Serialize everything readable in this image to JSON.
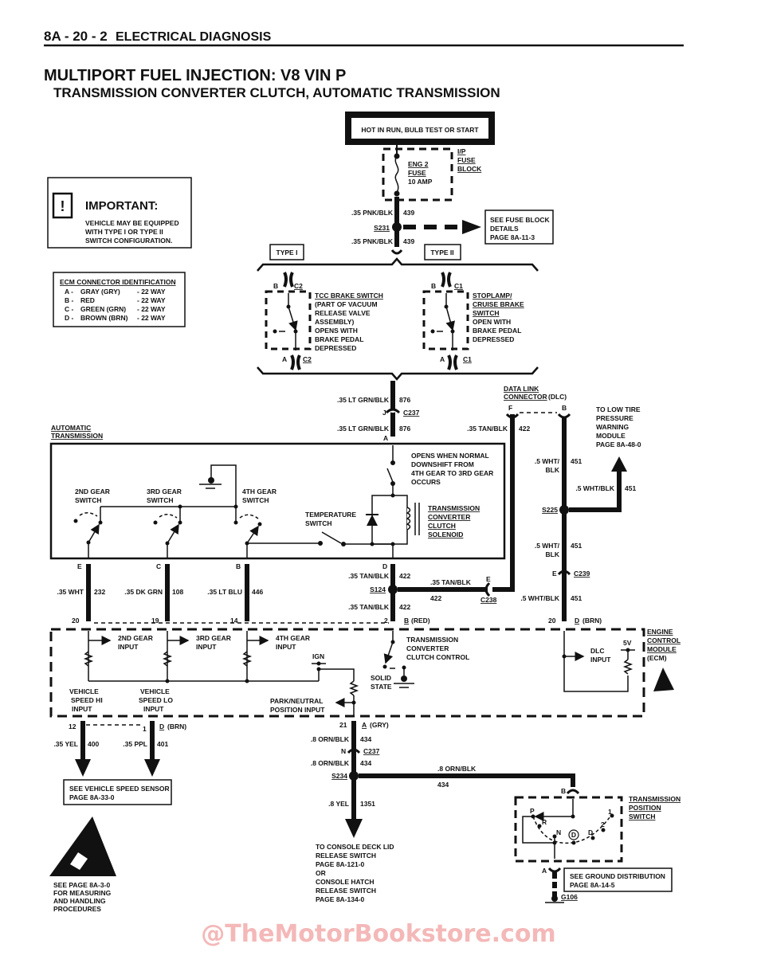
{
  "header": {
    "page_ref": "8A - 20 - 2",
    "section": "ELECTRICAL DIAGNOSIS",
    "title": "MULTIPORT FUEL INJECTION:  V8  VIN P",
    "subtitle": "TRANSMISSION CONVERTER CLUTCH, AUTOMATIC TRANSMISSION"
  },
  "important": {
    "icon": "exclamation-icon",
    "heading": "IMPORTANT:",
    "lines": [
      "VEHICLE MAY BE EQUIPPED",
      "WITH TYPE I OR TYPE II",
      "SWITCH CONFIGURATION."
    ]
  },
  "ecm_connectors": {
    "heading": "ECM CONNECTOR IDENTIFICATION",
    "rows": [
      {
        "id": "A -",
        "color": "GRAY (GRY)",
        "size": "-  22 WAY"
      },
      {
        "id": "B -",
        "color": "RED",
        "size": "-  22 WAY"
      },
      {
        "id": "C -",
        "color": "GREEN (GRN)",
        "size": "-  22 WAY"
      },
      {
        "id": "D -",
        "color": "BROWN (BRN)",
        "size": "-  22 WAY"
      }
    ]
  },
  "power": {
    "source": "HOT IN RUN, BULB TEST OR START",
    "fuse_name": "ENG 2",
    "fuse_word": "FUSE",
    "fuse_rating": "10 AMP",
    "block": [
      "I/P",
      "FUSE",
      "BLOCK"
    ],
    "wire1": ".35 PNK/BLK",
    "circuit1": "439",
    "splice": "S231",
    "wire2": ".35 PNK/BLK",
    "circuit2": "439",
    "see_fuse": [
      "SEE FUSE BLOCK",
      "DETAILS",
      "PAGE 8A-11-3"
    ]
  },
  "type1": {
    "label": "TYPE I",
    "pin_top": "B",
    "conn_top": "C2",
    "pin_bot": "A",
    "conn_bot": "C2",
    "desc": [
      "TCC BRAKE SWITCH",
      "(PART OF VACUUM",
      "RELEASE VALVE",
      "ASSEMBLY)",
      "OPENS WITH",
      "BRAKE PEDAL",
      "DEPRESSED"
    ]
  },
  "type2": {
    "label": "TYPE II",
    "pin_top": "B",
    "conn_top": "C1",
    "pin_bot": "A",
    "conn_bot": "C1",
    "desc": [
      "STOPLAMP/",
      "CRUISE BRAKE",
      "SWITCH",
      "OPEN WITH",
      "BRAKE PEDAL",
      "DEPRESSED"
    ]
  },
  "c237_upper": {
    "wire1": ".35 LT GRN/BLK",
    "circuit1": "876",
    "pin": "J",
    "conn": "C237",
    "wire2": ".35 LT GRN/BLK",
    "circuit2": "876",
    "pin_a": "A"
  },
  "dlc": {
    "title1": "DATA LINK",
    "title2": "CONNECTOR",
    "title3": "(DLC)",
    "pin_f": "F",
    "pin_b": "B",
    "wire_f": ".35 TAN/BLK",
    "circuit_f": "422",
    "wire_b1": ".5 WHT/",
    "wire_b2": "BLK",
    "circuit_b": "451",
    "branch_wire": ".5 WHT/BLK",
    "branch_circuit": "451",
    "splice": "S225",
    "to_module": [
      "TO LOW TIRE",
      "PRESSURE",
      "WARNING",
      "MODULE",
      "PAGE 8A-48-0"
    ],
    "wire_c1": ".5 WHT/",
    "wire_c2": "BLK",
    "circuit_c": "451",
    "c239_pin": "E",
    "c239": "C239",
    "wire_d": ".5 WHT/BLK",
    "circuit_d": "451"
  },
  "auto_trans": {
    "title1": "AUTOMATIC",
    "title2": "TRANSMISSION",
    "sw2": [
      "2ND GEAR",
      "SWITCH"
    ],
    "sw3": [
      "3RD GEAR",
      "SWITCH"
    ],
    "sw4": [
      "4TH GEAR",
      "SWITCH"
    ],
    "temp_sw": [
      "TEMPERATURE",
      "SWITCH"
    ],
    "opens_note": [
      "OPENS WHEN NORMAL",
      "DOWNSHIFT FROM",
      "4TH GEAR TO 3RD GEAR",
      "OCCURS"
    ],
    "solenoid": [
      "TRANSMISSION",
      "CONVERTER",
      "CLUTCH",
      "SOLENOID"
    ],
    "pins": {
      "e": "E",
      "c": "C",
      "b": "B",
      "d": "D"
    }
  },
  "gear_wires": [
    {
      "wire": ".35 WHT",
      "circuit": "232",
      "ecm_pin": "20"
    },
    {
      "wire": ".35 DK GRN",
      "circuit": "108",
      "ecm_pin": "19"
    },
    {
      "wire": ".35 LT BLU",
      "circuit": "446",
      "ecm_pin": "14"
    }
  ],
  "tcc_wire": {
    "wire1": ".35 TAN/BLK",
    "circuit1": "422",
    "splice": "S124",
    "branch_wire": ".35 TAN/BLK",
    "branch_circuit": "422",
    "c238_pin": "E",
    "c238": "C238",
    "wire2": ".35 TAN/BLK",
    "circuit2": "422",
    "ecm_pin": "2",
    "conn": "B",
    "conn_color": "(RED)"
  },
  "ecm": {
    "title": [
      "ENGINE",
      "CONTROL",
      "MODULE",
      "(ECM)"
    ],
    "in2": [
      "2ND GEAR",
      "INPUT"
    ],
    "in3": [
      "3RD GEAR",
      "INPUT"
    ],
    "in4": [
      "4TH GEAR",
      "INPUT"
    ],
    "ign": "IGN",
    "tcc_ctrl": [
      "TRANSMISSION",
      "CONVERTER",
      "CLUTCH CONTROL"
    ],
    "solid_state": [
      "SOLID",
      "STATE"
    ],
    "dlc_input": [
      "DLC",
      "INPUT"
    ],
    "v5": "5V",
    "vs_hi": [
      "VEHICLE",
      "SPEED HI",
      "INPUT"
    ],
    "vs_lo": [
      "VEHICLE",
      "SPEED LO",
      "INPUT"
    ],
    "pn_input": [
      "PARK/NEUTRAL",
      "POSITION INPUT"
    ],
    "dlc_pin": "20",
    "dlc_conn": "D",
    "dlc_conn_color": "(BRN)"
  },
  "vss": {
    "pin_hi": "12",
    "wire_hi": ".35 YEL",
    "circuit_hi": "400",
    "pin_lo": "1",
    "conn_lo": "D",
    "conn_lo_color": "(BRN)",
    "wire_lo": ".35 PPL",
    "circuit_lo": "401",
    "see": [
      "SEE VEHICLE SPEED SENSOR",
      "PAGE 8A-33-0"
    ]
  },
  "esd": {
    "note": [
      "SEE PAGE 8A-3-0",
      "FOR MEASURING",
      "AND HANDLING",
      "PROCEDURES"
    ]
  },
  "pn_circuit": {
    "ecm_pin": "21",
    "conn": "A",
    "conn_color": "(GRY)",
    "wire1": ".8 ORN/BLK",
    "circuit1": "434",
    "c237_pin": "N",
    "c237": "C237",
    "wire2": ".8 ORN/BLK",
    "circuit2": "434",
    "splice": "S234",
    "branch_wire": ".8 ORN/BLK",
    "branch_circuit": "434",
    "yel_wire": ".8 YEL",
    "yel_circuit": "1351",
    "to_console": [
      "TO CONSOLE DECK LID",
      "RELEASE SWITCH",
      "PAGE 8A-121-0",
      "OR",
      "CONSOLE HATCH",
      "RELEASE SWITCH",
      "PAGE 8A-134-0"
    ]
  },
  "tps": {
    "title": [
      "TRANSMISSION",
      "POSITION",
      "SWITCH"
    ],
    "pin_b": "B",
    "pin_a": "A",
    "positions": [
      "P",
      "R",
      "N",
      "D",
      "D",
      "2",
      "1"
    ],
    "see_ground": [
      "SEE GROUND DISTRIBUTION",
      "PAGE 8A-14-5"
    ],
    "ground": "G106"
  },
  "watermark": "@TheMotorBookstore.com"
}
